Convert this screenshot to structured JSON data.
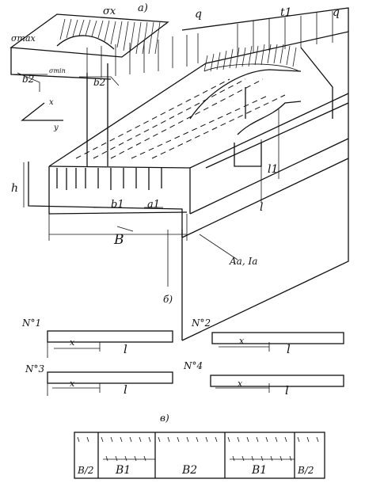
{
  "part_a": {
    "caption": "а)",
    "labels": {
      "sigma_x": "σx",
      "sigma_max": "σmax",
      "sigma_min": "σmin",
      "b2_left": "b2",
      "b2_right": "b2",
      "axis_x": "x",
      "axis_y": "y",
      "q_left": "q",
      "q_right": "q",
      "t1": "t1",
      "h": "h",
      "b1": "b1",
      "a1": "a1",
      "l1": "l1",
      "l": "l",
      "B": "B",
      "section_props": "Aa, Ia"
    }
  },
  "part_b": {
    "caption": "б)",
    "cases": [
      {
        "id": "N°1",
        "x_label": "x",
        "l_label": "l"
      },
      {
        "id": "N°2",
        "x_label": "x",
        "l_label": "l"
      },
      {
        "id": "N°3",
        "x_label": "x",
        "l_label": "l"
      },
      {
        "id": "N°4",
        "x_label": "x",
        "l_label": "l"
      }
    ]
  },
  "part_c": {
    "caption": "в)",
    "segments": [
      "B/2",
      "B1",
      "B2",
      "B1",
      "B/2"
    ]
  }
}
